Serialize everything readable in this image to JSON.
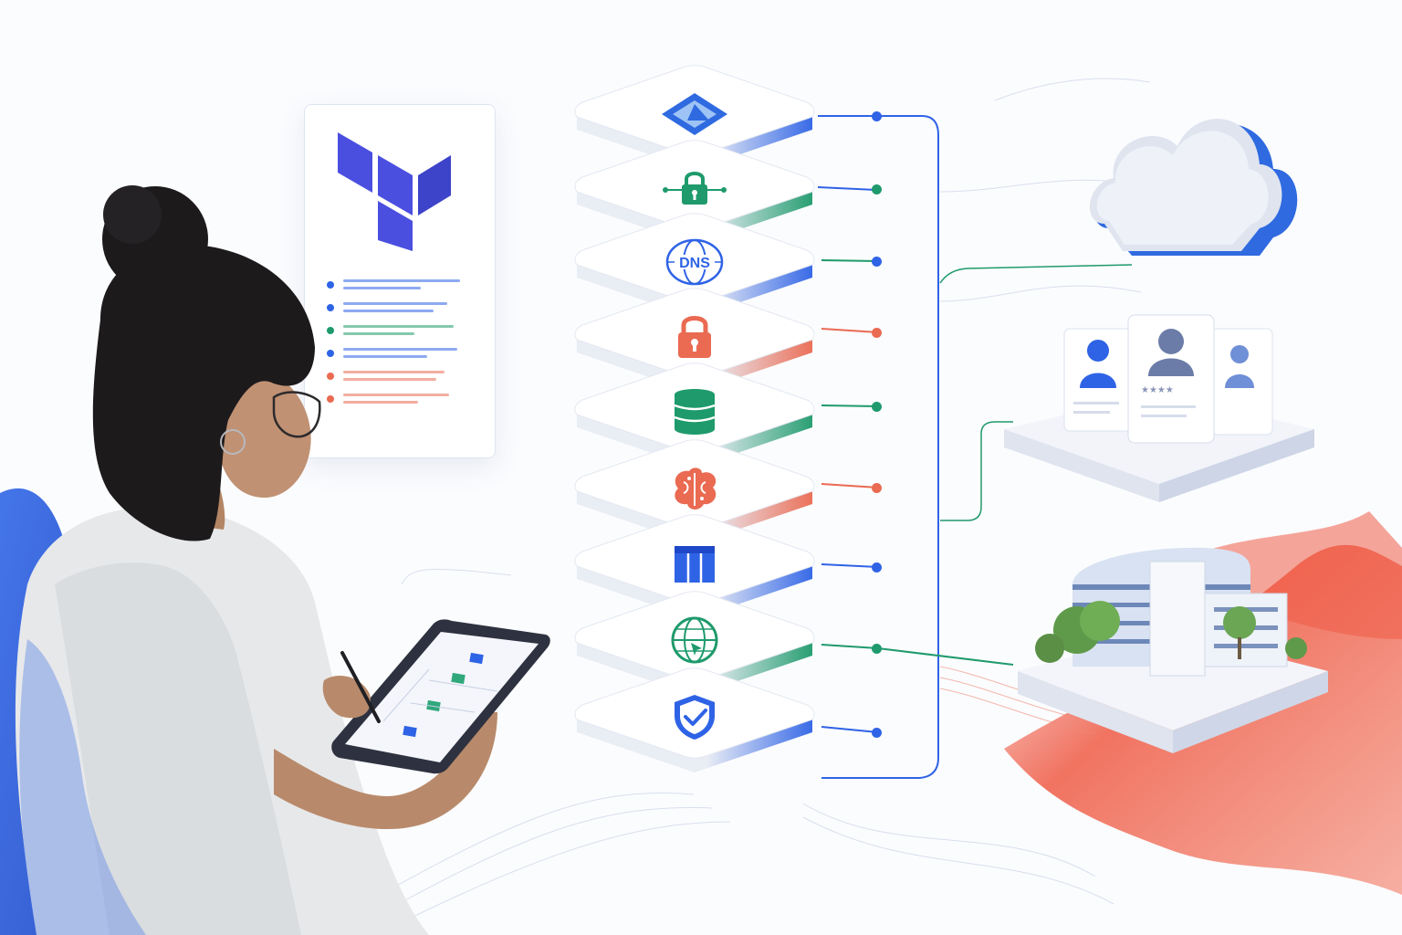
{
  "colors": {
    "blue": "#2f63e6",
    "green": "#1f9a6c",
    "red": "#ea6a52",
    "cloud_blue": "#2f6ae0",
    "terraform_purple": "#4a4fe0"
  },
  "config_panel": {
    "logo_icon": "terraform-logo-icon",
    "rows": [
      "blue",
      "blue",
      "green",
      "blue",
      "red",
      "red"
    ]
  },
  "stack": [
    {
      "icon": "azure-logo-icon",
      "accent": "blue"
    },
    {
      "icon": "network-lock-icon",
      "accent": "green"
    },
    {
      "icon": "dns-globe-icon",
      "accent": "blue"
    },
    {
      "icon": "padlock-icon",
      "accent": "red"
    },
    {
      "icon": "database-icon",
      "accent": "green"
    },
    {
      "icon": "ai-brain-icon",
      "accent": "red"
    },
    {
      "icon": "container-box-icon",
      "accent": "blue"
    },
    {
      "icon": "web-globe-icon",
      "accent": "green"
    },
    {
      "icon": "shield-check-icon",
      "accent": "blue"
    }
  ],
  "icon_text": {
    "dns": "DNS"
  },
  "destinations": [
    {
      "icon": "cloud-icon"
    },
    {
      "icon": "identity-cards-icon"
    },
    {
      "icon": "office-building-icon"
    }
  ],
  "person": {
    "icon": "engineer-with-tablet-illustration"
  }
}
